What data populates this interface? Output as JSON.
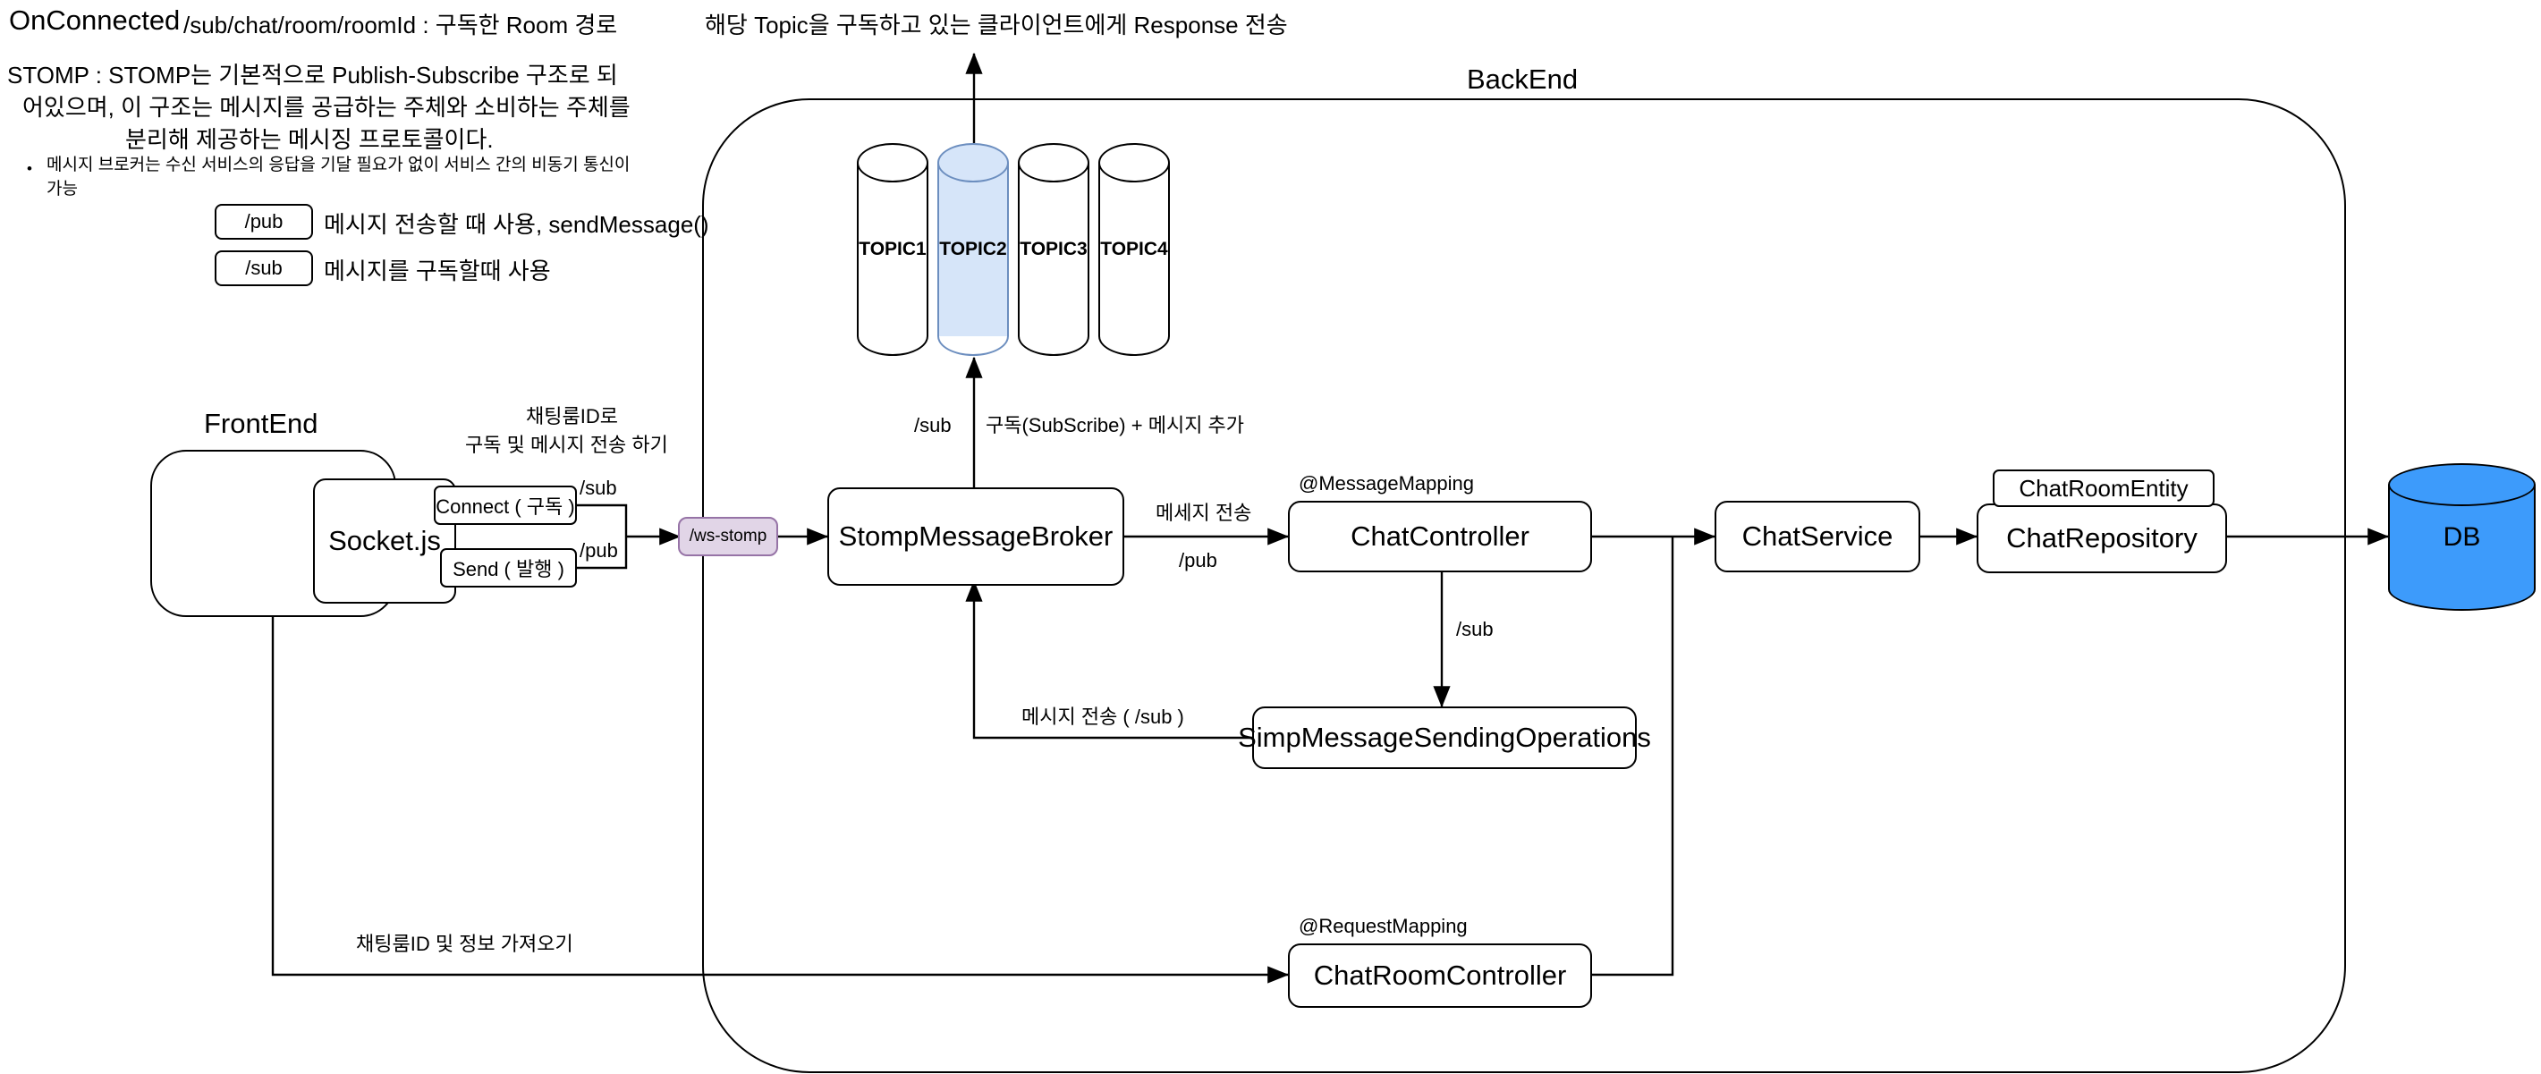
{
  "notes": {
    "on_connected": "OnConnected",
    "sub_path": "/sub/chat/room/roomId : 구독한 Room 경로",
    "stomp_desc_line1": "STOMP : STOMP는 기본적으로 Publish-Subscribe 구조로 되",
    "stomp_desc_line2": "어있으며, 이 구조는 메시지를 공급하는 주체와 소비하는 주체를",
    "stomp_desc_line3": "분리해 제공하는 메시징 프로토콜이다.",
    "bullet_line1": "메시지 브로커는 수신 서비스의 응답을 기달 필요가 없이 서비스 간의 비동기 통신이",
    "bullet_line2": "가능",
    "legend": [
      {
        "tag": "/pub",
        "desc": "메시지 전송할 때 사용, sendMessage()"
      },
      {
        "tag": "/sub",
        "desc": "메시지를 구독할때 사용"
      }
    ],
    "response_note": "해당 Topic을 구독하고 있는 클라이언트에게 Response 전송"
  },
  "groups": {
    "frontend_title": "FrontEnd",
    "backend_title": "BackEnd"
  },
  "topics": [
    {
      "label": "TOPIC1",
      "selected": false
    },
    {
      "label": "TOPIC2",
      "selected": true
    },
    {
      "label": "TOPIC3",
      "selected": false
    },
    {
      "label": "TOPIC4",
      "selected": false
    }
  ],
  "nodes": {
    "socket_js": "Socket.js",
    "connect": "Connect ( 구독 )",
    "send": "Send ( 발행 )",
    "ws_stomp": "/ws-stomp",
    "broker": "StompMessageBroker",
    "chat_controller": "ChatController",
    "chat_service": "ChatService",
    "chat_repository": "ChatRepository",
    "chat_room_entity": "ChatRoomEntity",
    "simp_ops": "SimpMessageSendingOperations",
    "chat_room_controller": "ChatRoomController",
    "db": "DB"
  },
  "edges": {
    "socket_sub": "/sub",
    "socket_pub": "/pub",
    "front_to_back_line1": "채팅룸ID로",
    "front_to_back_line2": "구독 및 메시지 전송 하기",
    "broker_sub": "/sub",
    "broker_subscribe_note": "구독(SubScribe) + 메시지 추가",
    "broker_to_controller_top": "메세지 전송",
    "broker_to_controller_bottom": "/pub",
    "message_mapping": "@MessageMapping",
    "controller_sub": "/sub",
    "simp_to_broker": "메시지 전송 ( /sub )",
    "request_mapping": "@RequestMapping",
    "room_info_fetch": "채팅룸ID 및 정보 가져오기"
  },
  "colors": {
    "topic_highlight": "#d6e5f9",
    "topic_highlight_stroke": "#6c8ebf",
    "ws_stomp_fill": "#e1d5e7",
    "ws_stomp_stroke": "#9673a6",
    "db_fill": "#3d9bfb",
    "stroke": "#000000"
  }
}
